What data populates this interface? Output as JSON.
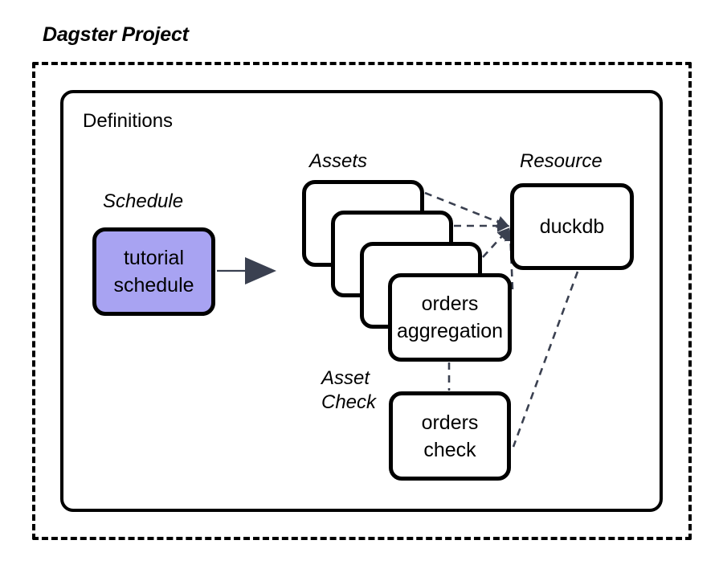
{
  "diagram": {
    "title": "Dagster Project",
    "container": {
      "label": "Definitions"
    },
    "sections": [
      {
        "id": "schedule",
        "label": "Schedule"
      },
      {
        "id": "assets",
        "label": "Assets"
      },
      {
        "id": "resource",
        "label": "Resource"
      },
      {
        "id": "asset-check",
        "label_line1": "Asset",
        "label_line2": "Check"
      }
    ],
    "nodes": {
      "schedule": {
        "line1": "tutorial",
        "line2": "schedule",
        "fill": "#a8a3f2"
      },
      "asset_front": {
        "line1": "orders",
        "line2": "aggregation",
        "fill": "#ffffff"
      },
      "resource": {
        "line1": "duckdb",
        "fill": "#ffffff"
      },
      "asset_check": {
        "line1": "orders",
        "line2": "check",
        "fill": "#ffffff"
      }
    },
    "asset_stack_count": 4,
    "colors": {
      "stroke": "#000000",
      "schedule_fill": "#a8a3f2",
      "node_fill": "#ffffff",
      "arrow": "#3a4050",
      "dashed_edge": "#3a4050",
      "background": "#ffffff"
    },
    "edges": [
      {
        "from": "schedule",
        "to": "assets",
        "style": "solid-arrow"
      },
      {
        "from": "asset-1",
        "to": "resource",
        "style": "dashed"
      },
      {
        "from": "asset-2",
        "to": "resource",
        "style": "dashed"
      },
      {
        "from": "asset-3",
        "to": "resource",
        "style": "dashed"
      },
      {
        "from": "asset-4",
        "to": "resource",
        "style": "dashed"
      },
      {
        "from": "asset_front",
        "to": "asset_check",
        "style": "dashed"
      },
      {
        "from": "resource",
        "to": "asset_check",
        "style": "dashed"
      }
    ]
  }
}
